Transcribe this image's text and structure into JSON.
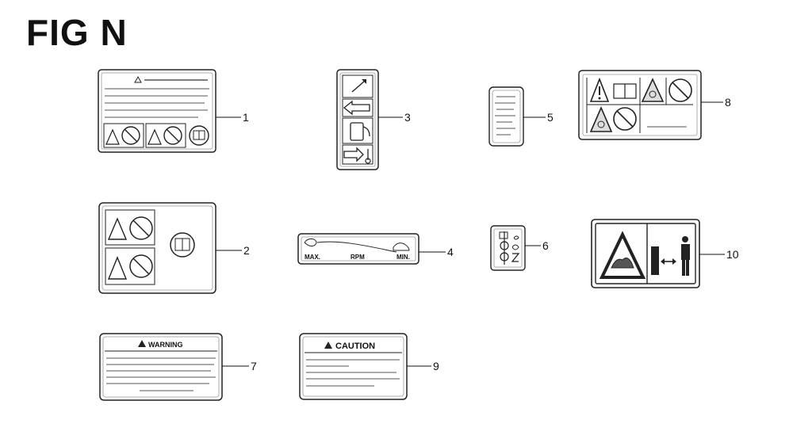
{
  "figure": {
    "title": "FIG N"
  },
  "callouts": [
    "1",
    "2",
    "3",
    "4",
    "5",
    "6",
    "7",
    "8",
    "9",
    "10"
  ],
  "labels": {
    "warning": "WARNING",
    "caution": "CAUTION",
    "tach_max": "MAX.",
    "tach_rpm": "RPM",
    "tach_min": "MIN."
  }
}
